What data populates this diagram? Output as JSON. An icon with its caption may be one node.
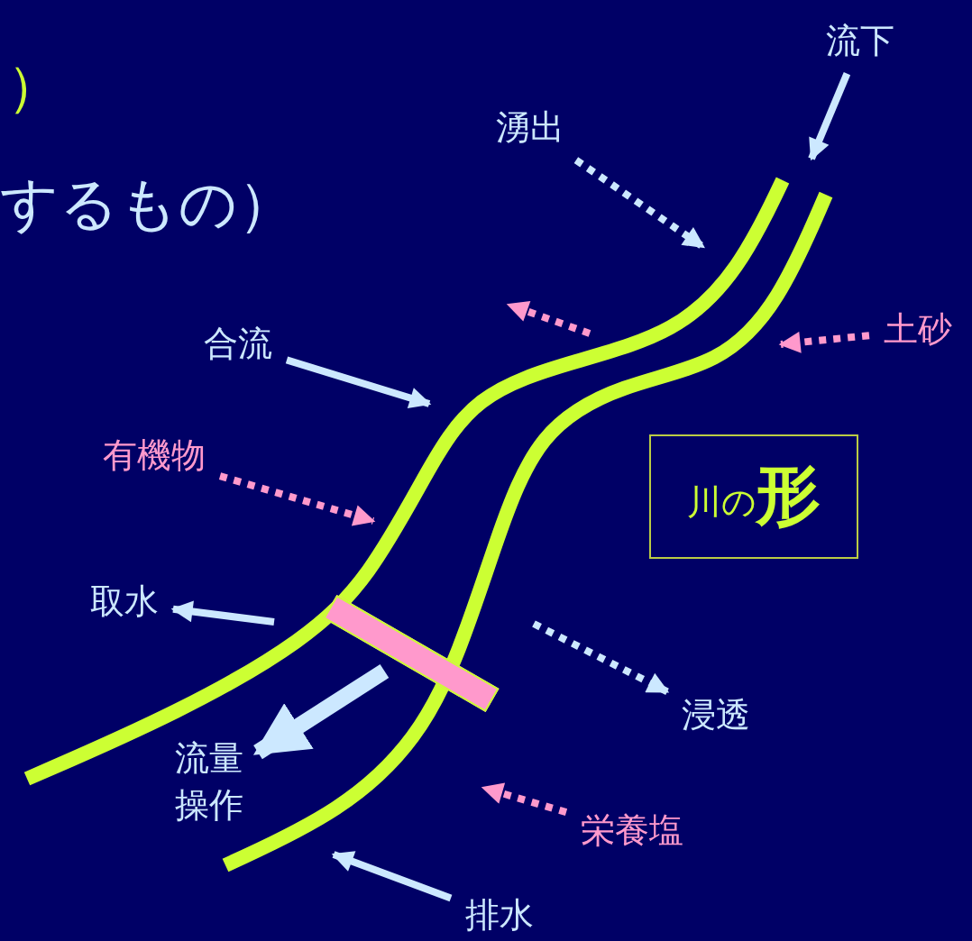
{
  "diagram": {
    "nodes": [
      {
        "text": [
          "流下"
        ]
      },
      {
        "text": [
          "湧出"
        ]
      },
      {
        "text": [
          "土砂"
        ]
      },
      {
        "text": [
          "合流"
        ]
      },
      {
        "text": [
          "有機物"
        ]
      },
      {
        "text": [
          "川の",
          "形"
        ]
      },
      {
        "text": [
          "取水"
        ]
      },
      {
        "text": [],
        "shape": "bar"
      },
      {
        "text": [
          "流量操作"
        ]
      },
      {
        "text": [
          "浸透"
        ]
      },
      {
        "text": [
          "栄養塩"
        ]
      },
      {
        "text": [
          "排水"
        ]
      }
    ],
    "edges": [
      {
        "from": 0,
        "to": null,
        "arrow": "to"
      },
      {
        "from": 1,
        "to": null,
        "arrow": "to",
        "style": "dashed"
      },
      {
        "from": 2,
        "to": null,
        "arrow": "to",
        "style": "dashed",
        "color": "#ff99cc"
      },
      {
        "from": 3,
        "to": null,
        "arrow": "to"
      },
      {
        "from": 4,
        "to": null,
        "arrow": "to",
        "style": "dashed",
        "color": "#ff99cc"
      },
      {
        "from": null,
        "to": 6,
        "arrow": "to"
      },
      {
        "from": 7,
        "to": 8,
        "arrow": "to",
        "style": "thick"
      },
      {
        "from": null,
        "to": 9,
        "arrow": "to",
        "style": "dashed"
      },
      {
        "from": 10,
        "to": null,
        "arrow": "to",
        "style": "dashed",
        "color": "#ff99cc"
      },
      {
        "from": 11,
        "to": null,
        "arrow": "to"
      }
    ],
    "labels": [
      "）",
      "するもの）"
    ]
  }
}
